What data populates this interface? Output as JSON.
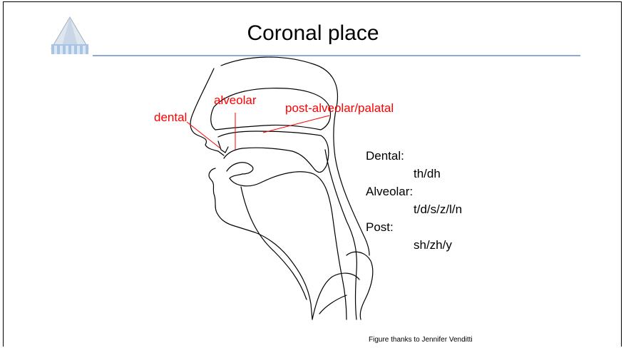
{
  "slide": {
    "title": "Coronal place",
    "labels": {
      "dental": "dental",
      "alveolar": "alveolar",
      "post_alveolar": "post-alveolar/palatal"
    },
    "list": [
      {
        "heading": "Dental:",
        "examples": "th/dh"
      },
      {
        "heading": "Alveolar:",
        "examples": "t/d/s/z/l/n"
      },
      {
        "heading": "Post:",
        "examples": "sh/zh/y"
      }
    ],
    "credit": "Figure thanks to Jennifer Venditti"
  },
  "colors": {
    "label_red": "#ff0000",
    "title_rule": "#8aa9d4"
  }
}
